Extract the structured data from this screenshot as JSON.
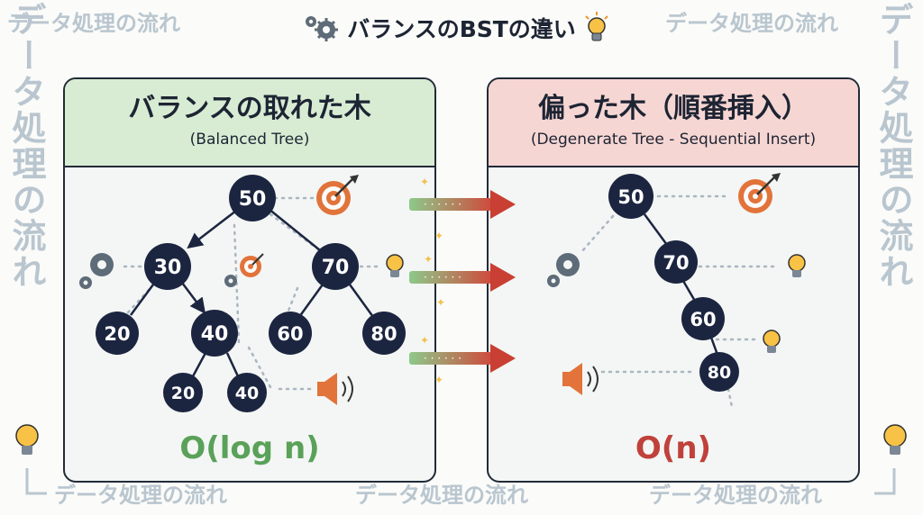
{
  "title": "バランスのBSTの違い",
  "decor_text": "データ処理の流れ",
  "colors": {
    "node": "#1c2540",
    "balanced": "#5aa15a",
    "skewed": "#c0413b",
    "deco": "#b9c6cf"
  },
  "left_panel": {
    "title": "バランスの取れた木",
    "subtitle": "(Balanced Tree)",
    "complexity": "O(log n)",
    "nodes": [
      "50",
      "30",
      "70",
      "20",
      "40",
      "60",
      "80",
      "20",
      "40"
    ]
  },
  "right_panel": {
    "title": "偏った木（順番挿入）",
    "subtitle": "(Degenerate Tree - Sequential Insert)",
    "complexity": "O(n)",
    "nodes": [
      "50",
      "70",
      "60",
      "80"
    ]
  },
  "icons": [
    "gear-icon",
    "target-icon",
    "lightbulb-icon",
    "speaker-icon",
    "arrow-icon"
  ]
}
